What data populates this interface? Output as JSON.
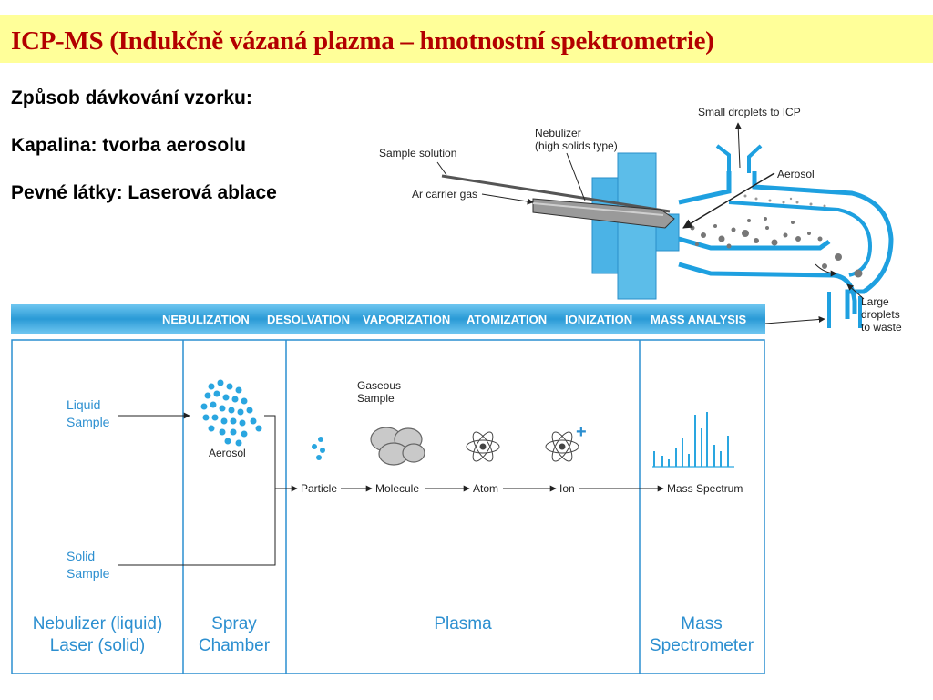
{
  "title": "ICP-MS (Indukčně vázaná plazma – hmotnostní spektrometrie)",
  "lines": [
    "Způsob dávkování vzorku:",
    "Kapalina: tvorba aerosolu",
    "Pevné látky: Laserová ablace"
  ],
  "nebulizer": {
    "sample_solution": "Sample solution",
    "ar_carrier_gas": "Ar carrier gas",
    "nebulizer_1": "Nebulizer",
    "nebulizer_2": "(high solids type)",
    "small_droplets": "Small droplets to ICP",
    "aerosol": "Aerosol",
    "large_1": "Large",
    "large_2": "droplets",
    "large_3": "to waste"
  },
  "flow": {
    "stages": [
      "NEBULIZATION",
      "DESOLVATION",
      "VAPORIZATION",
      "ATOMIZATION",
      "IONIZATION",
      "MASS ANALYSIS"
    ],
    "liquid_1": "Liquid",
    "liquid_2": "Sample",
    "solid_1": "Solid",
    "solid_2": "Sample",
    "aerosol": "Aerosol",
    "gaseous_1": "Gaseous",
    "gaseous_2": "Sample",
    "particle": "Particle",
    "molecule": "Molecule",
    "atom": "Atom",
    "ion": "Ion",
    "ion_charge": "+",
    "mass_spectrum": "Mass Spectrum",
    "col1_1": "Nebulizer (liquid)",
    "col1_2": "Laser (solid)",
    "col2_1": "Spray",
    "col2_2": "Chamber",
    "col3": "Plasma",
    "col4_1": "Mass",
    "col4_2": "Spectrometer"
  },
  "colors": {
    "accent_blue": "#2c8fd0",
    "title_red": "#b30000",
    "title_bg": "#ffff99",
    "chamber_blue": "#1ea0e0"
  }
}
